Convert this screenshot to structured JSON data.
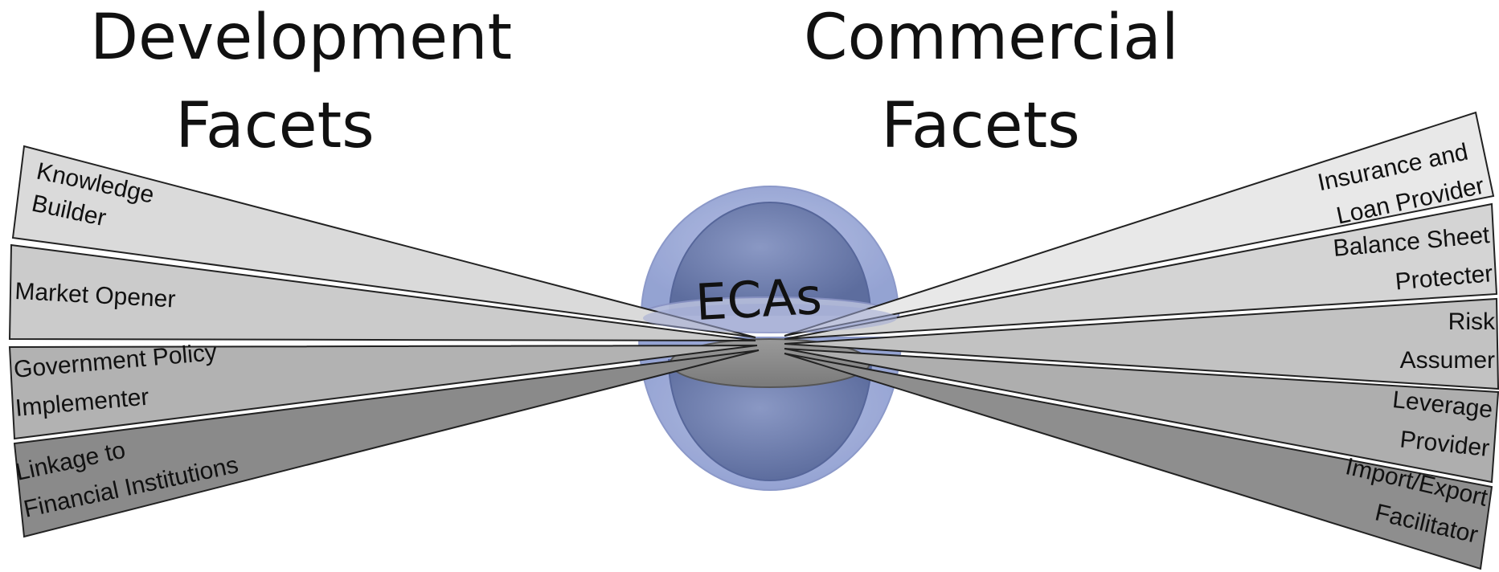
{
  "headings": {
    "left_line1": "Development",
    "left_line2": "Facets",
    "right_line1": "Commercial",
    "right_line2": "Facets"
  },
  "center_label": "ECAs",
  "left_facets": [
    {
      "line1": "Knowledge",
      "line2": "Builder"
    },
    {
      "line1": "Market Opener",
      "line2": ""
    },
    {
      "line1": "Government Policy",
      "line2": "Implementer"
    },
    {
      "line1": "Linkage to",
      "line2": "Financial Institutions"
    }
  ],
  "right_facets": [
    {
      "line1": "Insurance and",
      "line2": "Loan Provider"
    },
    {
      "line1": "Balance Sheet",
      "line2": "Protecter"
    },
    {
      "line1": "Risk",
      "line2": "Assumer"
    },
    {
      "line1": "Leverage",
      "line2": "Provider"
    },
    {
      "line1": "Import/Export",
      "line2": "Facilitator"
    }
  ],
  "colors": {
    "sphere_outer": "#8f9fd0",
    "sphere_inner": "#6f80b4",
    "blade_light": "#e6e6e6",
    "blade_mid": "#cfcfcf",
    "blade_dark": "#8a8a8a"
  }
}
